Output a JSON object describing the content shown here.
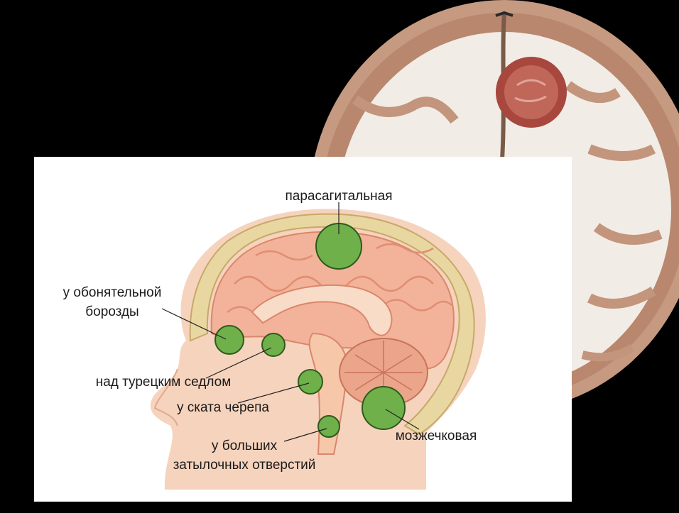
{
  "labels": {
    "parasagittal": "парасагитальная",
    "olfactory_line1": "у обонятельной",
    "olfactory_line2": "борозды",
    "sella": "над турецким седлом",
    "clivus": "у ската черепа",
    "cerebellar": "мозжечковая",
    "foramen_line1": "у больших",
    "foramen_line2": "затылочных отверстий"
  },
  "colors": {
    "background": "#000000",
    "panel": "#ffffff",
    "tumor_fill": "#6fb04a",
    "tumor_stroke": "#2e5a1c",
    "brain_pink": "#f3b39a",
    "skull_tan": "#e8d7a0",
    "skin": "#f6d3bd",
    "coronal_bg": "#f2ece6",
    "coronal_cortex": "#b8876e",
    "coronal_tumor": "#a8473e"
  }
}
